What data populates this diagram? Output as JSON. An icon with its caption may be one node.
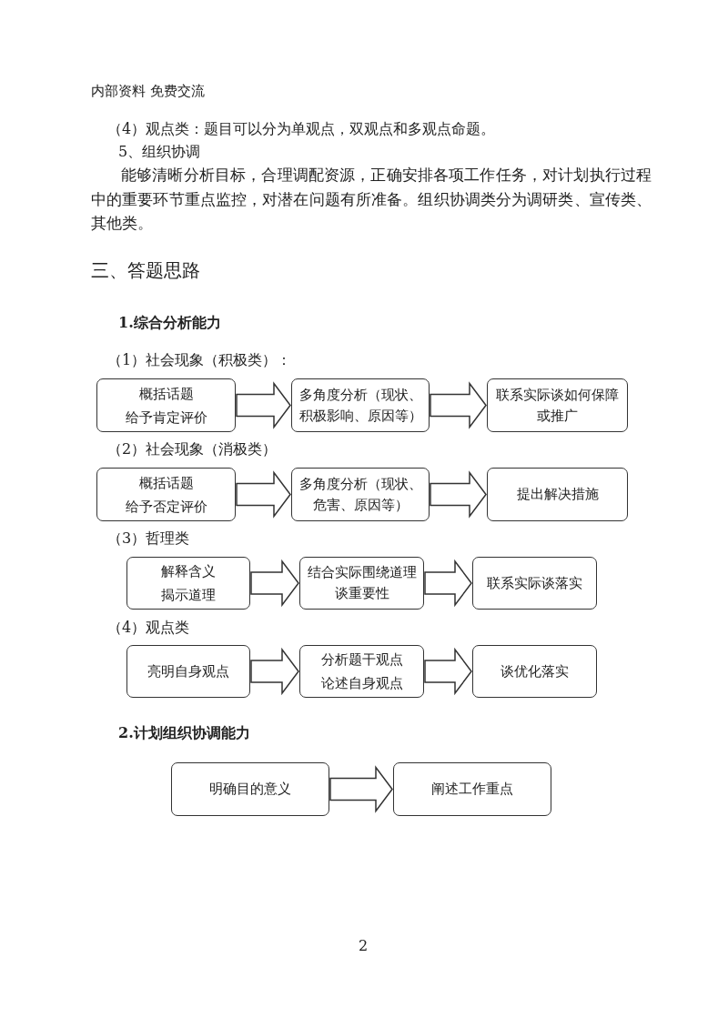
{
  "diagram": {
    "title": "三、答题思路",
    "nodes": [
      {
        "text": [
          "概括话题",
          "给予肯定评价"
        ]
      },
      {
        "text": [
          "多角度分析（现状、积极影响、原因等）"
        ]
      },
      {
        "text": [
          "联系实际谈如何保障或推广"
        ]
      },
      {
        "text": [
          "概括话题",
          "给予否定评价"
        ]
      },
      {
        "text": [
          "多角度分析（现状、危害、原因等）"
        ]
      },
      {
        "text": [
          "提出解决措施"
        ]
      },
      {
        "text": [
          "解释含义",
          "揭示道理"
        ]
      },
      {
        "text": [
          "结合实际围绕道理谈重要性"
        ]
      },
      {
        "text": [
          "联系实际谈落实"
        ]
      },
      {
        "text": [
          "亮明自身观点"
        ]
      },
      {
        "text": [
          "分析题干观点",
          "论述自身观点"
        ]
      },
      {
        "text": [
          "谈优化落实"
        ]
      },
      {
        "text": [
          "明确目的意义"
        ]
      },
      {
        "text": [
          "阐述工作重点"
        ]
      }
    ],
    "edges": [
      {
        "from": 0,
        "to": 1,
        "arrow": "to"
      },
      {
        "from": 1,
        "to": 2,
        "arrow": "to"
      },
      {
        "from": 3,
        "to": 4,
        "arrow": "to"
      },
      {
        "from": 4,
        "to": 5,
        "arrow": "to"
      },
      {
        "from": 6,
        "to": 7,
        "arrow": "to"
      },
      {
        "from": 7,
        "to": 8,
        "arrow": "to"
      },
      {
        "from": 9,
        "to": 10,
        "arrow": "to"
      },
      {
        "from": 10,
        "to": 11,
        "arrow": "to"
      },
      {
        "from": 12,
        "to": 13,
        "arrow": "to"
      }
    ],
    "labels": [
      "内部资料 免费交流",
      "（4）观点类：题目可以分为单观点，双观点和多观点命题。",
      "5、组织协调",
      "能够清晰分析目标，合理调配资源，正确安排各项工作任务，对计划执行过程中的重要环节重点监控，对潜在问题有所准备。组织协调类分为调研类、宣传类、其他类。",
      "1.综合分析能力",
      "（1）社会现象（积极类）：",
      "（2）社会现象（消极类）",
      "（3）哲理类",
      "（4）观点类",
      "2.计划组织协调能力",
      "2"
    ]
  }
}
